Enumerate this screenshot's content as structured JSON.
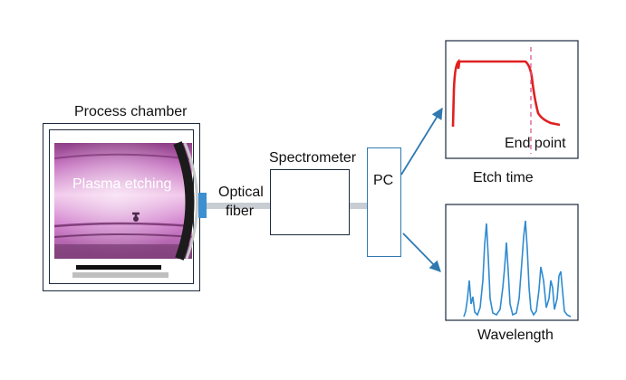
{
  "labels": {
    "process_chamber": "Process chamber",
    "plasma_etching": "Plasma etching",
    "optical": "Optical",
    "fiber": "fiber",
    "spectrometer": "Spectrometer",
    "pc": "PC",
    "end_point": "End point",
    "etch_time": "Etch time",
    "wavelength": "Wavelength"
  },
  "colors": {
    "chamber_border": "#1c2a3d",
    "fiber": "#c8cdd3",
    "fiber_connector": "#3e8fd0",
    "pc_border": "#2f79b0",
    "arrow": "#2f79b0",
    "endpoint_trace": "#e02020",
    "endpoint_marker": "#d9578e",
    "spectrum_trace": "#2f8bd0",
    "plasma": "#d684d2"
  }
}
